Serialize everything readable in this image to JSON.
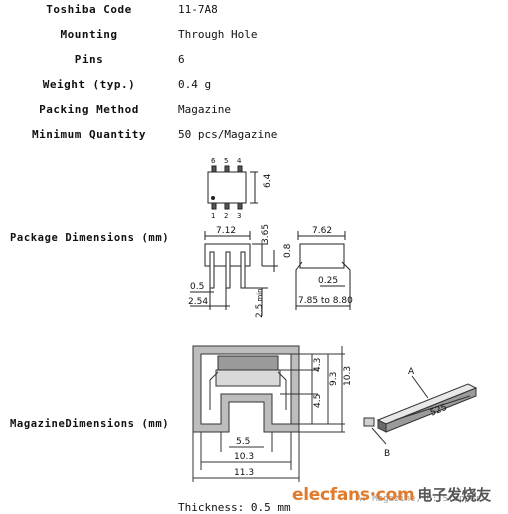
{
  "specs": [
    {
      "label": "Toshiba Code",
      "value": "11-7A8"
    },
    {
      "label": "Mounting",
      "value": "Through Hole"
    },
    {
      "label": "Pins",
      "value": "6"
    },
    {
      "label": "Weight (typ.)",
      "value": "0.4 g"
    },
    {
      "label": "Packing Method",
      "value": "Magazine"
    },
    {
      "label": "Minimum Quantity",
      "value": "50 pcs/Magazine"
    }
  ],
  "package": {
    "label": "Package Dimensions (mm)",
    "top_pins_top": [
      "6",
      "5",
      "4"
    ],
    "top_pins_bottom": [
      "1",
      "2",
      "3"
    ],
    "dim_height": "6.4",
    "dim_width": "7.12",
    "dim_body_h": "3.65",
    "dim_lead_offset": "0.8",
    "dim_lead_w": "0.5",
    "dim_pitch": "2.54",
    "dim_lead_len": "2.5",
    "dim_lead_len_suffix": "min",
    "dim_side_w": "7.62",
    "dim_side_thk": "0.25",
    "dim_side_span": "7.85 to 8.80"
  },
  "magazine": {
    "label": "MagazineDimensions (mm)",
    "dim_h1": "4.3",
    "dim_h2": "4.5",
    "dim_h3": "9.3",
    "dim_h4": "10.3",
    "dim_w1": "5.5",
    "dim_w2": "10.3",
    "dim_w3": "11.3",
    "dim_length": "525",
    "callout_a": "A",
    "callout_b": "B",
    "thickness": "Thickness: 0.5 mm",
    "caption": "A: Magazine, B: Stopper"
  },
  "watermark": {
    "brand": "elecfans·com",
    "cn": "电子发烧友"
  }
}
